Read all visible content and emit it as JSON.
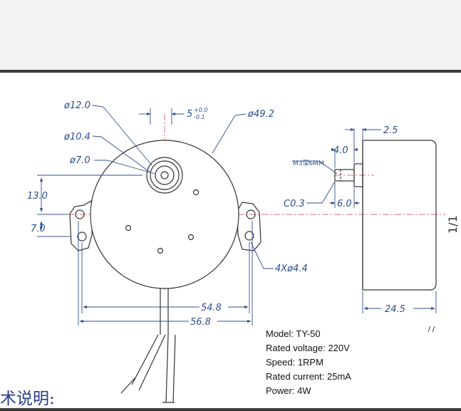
{
  "dimensions": {
    "d12": "ø12.0",
    "d104": "ø10.4",
    "d7": "ø7.0",
    "five": "5",
    "tol_upper": "+0.0",
    "tol_lower": "-0.1",
    "d492": "ø49.2",
    "h13": "13.0",
    "h7": "7.0",
    "holes": "4Xø4.4",
    "w548": "54.8",
    "w568": "56.8",
    "s25": "2.5",
    "s40": "4.0",
    "thread": "M3深6MM",
    "chamfer": "C0.3",
    "s60": "6.0",
    "depth": "24.5"
  },
  "side_label": "1/1",
  "specs": {
    "model": "Model: TY-50",
    "voltage": "Rated voltage: 220V",
    "speed": "Speed: 1RPM",
    "current": "Rated current: 25mA",
    "power": "Power: 4W"
  },
  "caption": "术说明:",
  "colors": {
    "line": "#333333",
    "dimension": "#2f4f8f",
    "centerline": "#e07070",
    "rule": "#3a3a3a"
  }
}
